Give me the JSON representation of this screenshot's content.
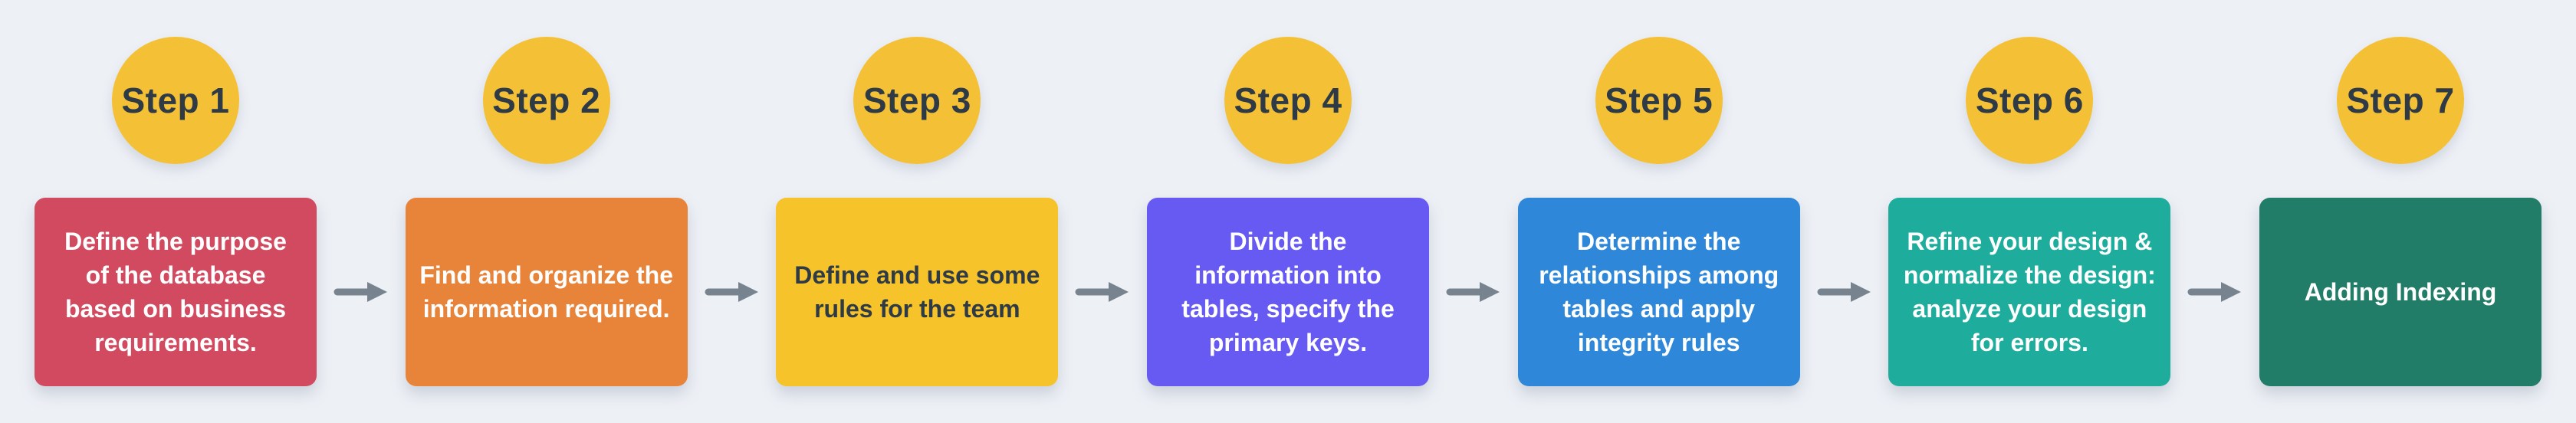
{
  "colors": {
    "background": "#edf0f5",
    "circle_fill": "#f4c136",
    "circle_text": "#2e3a46",
    "arrow": "#77848f"
  },
  "steps": [
    {
      "label": "Step 1",
      "text": "Define the purpose\nof the database\nbased on business\nrequirements.",
      "box_color": "#d14a5f",
      "text_color": "#ffffff"
    },
    {
      "label": "Step 2",
      "text": "Find and organize the\ninformation required.",
      "box_color": "#e8843a",
      "text_color": "#ffffff"
    },
    {
      "label": "Step 3",
      "text": "Define and use some\nrules for the team",
      "box_color": "#f6c32a",
      "text_color": "#2e3a46"
    },
    {
      "label": "Step 4",
      "text": "Divide the\ninformation into\ntables, specify the\nprimary keys.",
      "box_color": "#675af3",
      "text_color": "#ffffff"
    },
    {
      "label": "Step 5",
      "text": "Determine the\nrelationships among\ntables and apply\nintegrity rules",
      "box_color": "#2e87d8",
      "text_color": "#ffffff"
    },
    {
      "label": "Step 6",
      "text": "Refine your design &\nnormalize the design:\nanalyze your design\nfor errors.",
      "box_color": "#1ead9c",
      "text_color": "#ffffff"
    },
    {
      "label": "Step 7",
      "text": "Adding Indexing",
      "box_color": "#217c68",
      "text_color": "#ffffff"
    }
  ]
}
